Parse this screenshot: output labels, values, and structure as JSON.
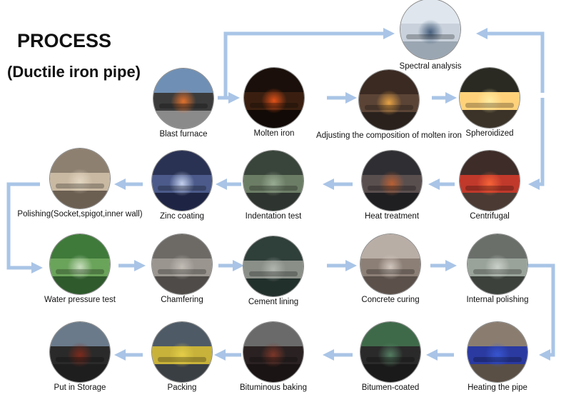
{
  "title": "PROCESS",
  "subtitle": "(Ductile iron pipe)",
  "accent_color": "#a9c4e6",
  "steps": [
    {
      "label": "Blast furnace",
      "icon": "blast-furnace-photo",
      "colors": [
        "#6f8fb4",
        "#3b3b3b",
        "#8a8a8a"
      ],
      "glow": "#ff7a2a"
    },
    {
      "label": "Molten iron",
      "icon": "molten-iron-photo",
      "colors": [
        "#1a0f0a",
        "#3a1f10",
        "#120a06"
      ],
      "glow": "#ff5a1a"
    },
    {
      "label": "Adjusting the composition of molten iron",
      "icon": "composition-photo",
      "colors": [
        "#3a2a22",
        "#5b4436",
        "#2a211d"
      ],
      "glow": "#ffb347"
    },
    {
      "label": "Spheroidized",
      "icon": "spheroidized-photo",
      "colors": [
        "#2a2a22",
        "#ffd27a",
        "#3b3328"
      ],
      "glow": "#fff1a8"
    },
    {
      "label": "Spectral analysis",
      "icon": "spectral-analysis-photo",
      "colors": [
        "#dfe6ee",
        "#c9d2dc",
        "#9aa6b2"
      ],
      "glow": "#2f4a6b"
    },
    {
      "label": "Centrifugal",
      "icon": "centrifugal-photo",
      "colors": [
        "#3d2c28",
        "#c0392b",
        "#4a3a33"
      ],
      "glow": "#ff6a3a"
    },
    {
      "label": "Heat treatment",
      "icon": "heat-treatment-photo",
      "colors": [
        "#2f2f33",
        "#5a4f4f",
        "#1f1f22"
      ],
      "glow": "#c9622f"
    },
    {
      "label": "Indentation test",
      "icon": "indentation-test-photo",
      "colors": [
        "#39443a",
        "#6c7d66",
        "#2e3530"
      ],
      "glow": "#9fb39a"
    },
    {
      "label": "Zinc coating",
      "icon": "zinc-coating-photo",
      "colors": [
        "#2a3254",
        "#4b5a8a",
        "#1e2544"
      ],
      "glow": "#d9e4ff"
    },
    {
      "label": "Polishing(Socket,spigot,inner wall)",
      "icon": "polishing-photo",
      "colors": [
        "#8e8070",
        "#c9b9a2",
        "#6b5f52"
      ],
      "glow": "#e8dcc8"
    },
    {
      "label": "Water pressure test",
      "icon": "water-pressure-test-photo",
      "colors": [
        "#3f7a3a",
        "#6aa35a",
        "#2f5a2c"
      ],
      "glow": "#d8e8d0"
    },
    {
      "label": "Chamfering",
      "icon": "chamfering-photo",
      "colors": [
        "#6d6a66",
        "#9a958f",
        "#4e4b48"
      ],
      "glow": "#c9c4bc"
    },
    {
      "label": "Cement lining",
      "icon": "cement-lining-photo",
      "colors": [
        "#2f3f3a",
        "#8a8f88",
        "#22302c"
      ],
      "glow": "#b8bdb6"
    },
    {
      "label": "Concrete curing",
      "icon": "concrete-curing-photo",
      "colors": [
        "#b9aea6",
        "#8c7f76",
        "#5b504a"
      ],
      "glow": "#ddd3ca"
    },
    {
      "label": "Internal polishing",
      "icon": "internal-polishing-photo",
      "colors": [
        "#6a6f6a",
        "#9aa39a",
        "#3c413c"
      ],
      "glow": "#d2d8d2"
    },
    {
      "label": "Heating the pipe",
      "icon": "heating-pipe-photo",
      "colors": [
        "#8a7d70",
        "#2a3aa0",
        "#5a4f45"
      ],
      "glow": "#3a5ad8"
    },
    {
      "label": "Bitumen-coated",
      "icon": "bitumen-coated-photo",
      "colors": [
        "#3f6a4a",
        "#2a2a2a",
        "#1a1a1a"
      ],
      "glow": "#5a8a6a"
    },
    {
      "label": "Bituminous baking",
      "icon": "bituminous-baking-photo",
      "colors": [
        "#6a6a6a",
        "#2a2222",
        "#1a1414"
      ],
      "glow": "#8a3a2a"
    },
    {
      "label": "Packing",
      "icon": "packing-photo",
      "colors": [
        "#4e5a66",
        "#c8b23a",
        "#3a3f44"
      ],
      "glow": "#e8d24a"
    },
    {
      "label": "Put in Storage",
      "icon": "storage-photo",
      "colors": [
        "#6a7a8a",
        "#2a2a2a",
        "#1e1e1e"
      ],
      "glow": "#8a2a1a"
    }
  ]
}
